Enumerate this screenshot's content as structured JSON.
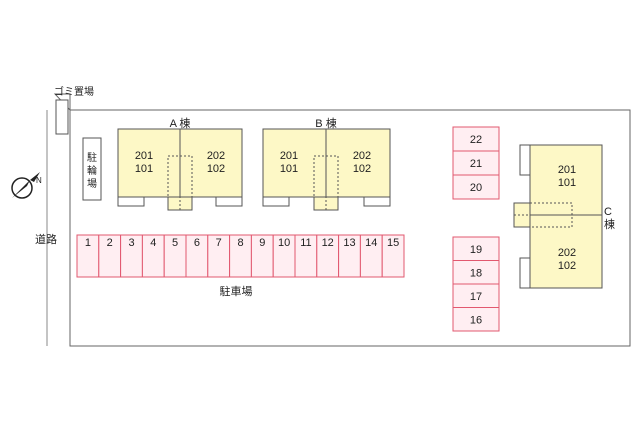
{
  "labels": {
    "garbage": "ゴミ置場",
    "bike_parking": [
      "駐",
      "輪",
      "場"
    ],
    "road": "道路",
    "parking": "駐車場",
    "building_a": "A 棟",
    "building_b": "B 棟",
    "building_c": [
      "C",
      "棟"
    ]
  },
  "buildings": {
    "a": {
      "left_units": [
        "201",
        "101"
      ],
      "right_units": [
        "202",
        "102"
      ]
    },
    "b": {
      "left_units": [
        "201",
        "101"
      ],
      "right_units": [
        "202",
        "102"
      ]
    },
    "c": {
      "top_units": [
        "201",
        "101"
      ],
      "bottom_units": [
        "202",
        "102"
      ]
    }
  },
  "parking_bottom": [
    "1",
    "2",
    "3",
    "4",
    "5",
    "6",
    "7",
    "8",
    "9",
    "10",
    "11",
    "12",
    "13",
    "14",
    "15"
  ],
  "parking_right_top": [
    "22",
    "21",
    "20"
  ],
  "parking_right_bottom": [
    "19",
    "18",
    "17",
    "16"
  ],
  "colors": {
    "building_fill": "#fdf8c6",
    "parking_fill": "#ffeef2",
    "parking_stroke": "#e2586f"
  },
  "icons": {
    "compass": "north-arrow-icon"
  }
}
